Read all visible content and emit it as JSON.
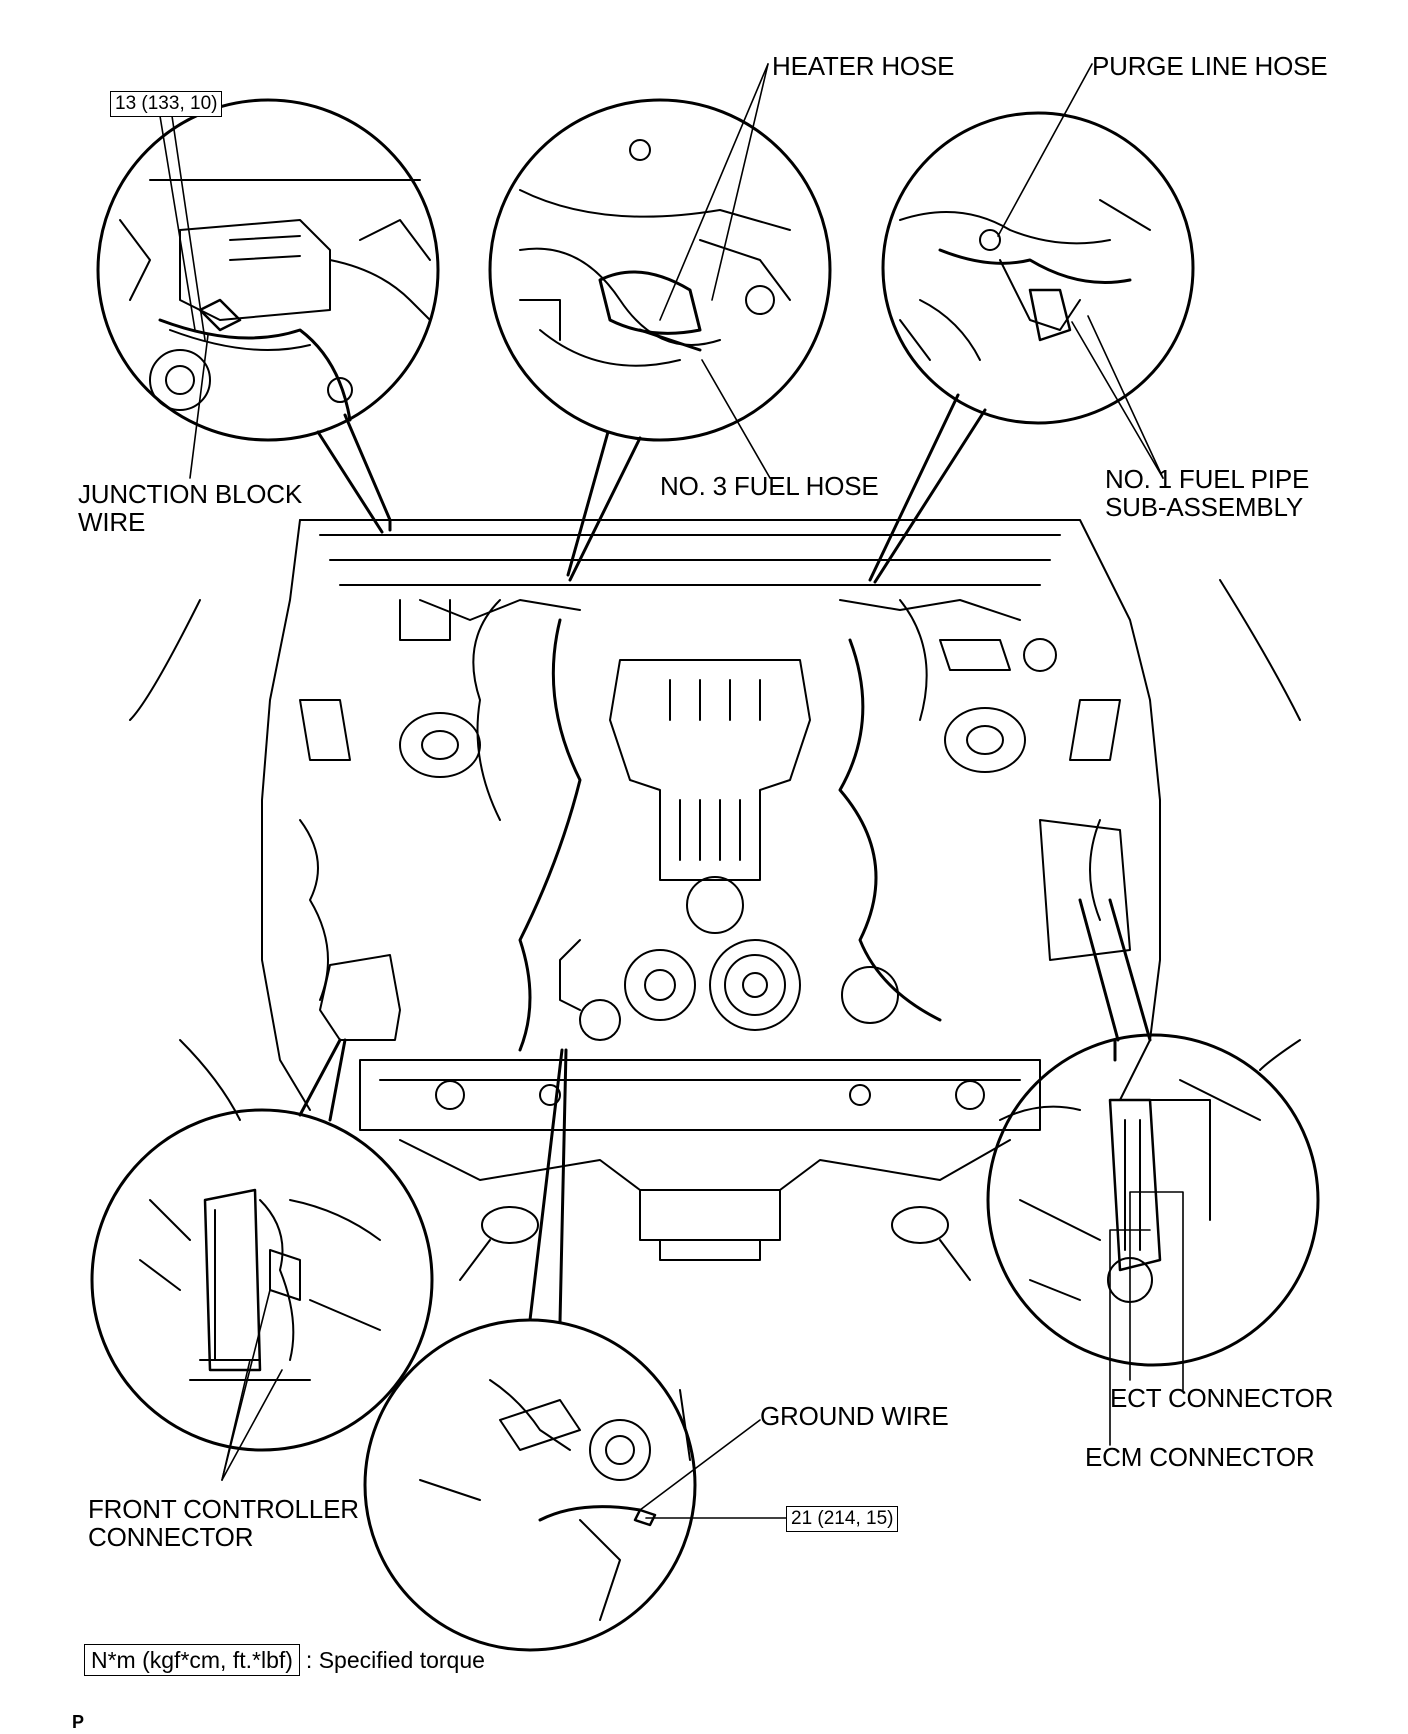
{
  "callouts": {
    "heater_hose": "HEATER HOSE",
    "purge_line_hose": "PURGE LINE HOSE",
    "junction_block_wire_line1": "JUNCTION BLOCK",
    "junction_block_wire_line2": "WIRE",
    "no3_fuel_hose": "NO. 3 FUEL HOSE",
    "no1_fuel_pipe_line1": "NO. 1 FUEL PIPE",
    "no1_fuel_pipe_line2": "SUB-ASSEMBLY",
    "ground_wire": "GROUND WIRE",
    "front_controller_line1": "FRONT CONTROLLER",
    "front_controller_line2": "CONNECTOR",
    "ect_connector": "ECT CONNECTOR",
    "ecm_connector": "ECM CONNECTOR"
  },
  "torque": {
    "junction_block": "13 (133, 10)",
    "ground_wire": "21 (214, 15)"
  },
  "legend": {
    "box": "N*m (kgf*cm, ft.*lbf)",
    "text": ": Specified torque"
  },
  "page_code": "P"
}
